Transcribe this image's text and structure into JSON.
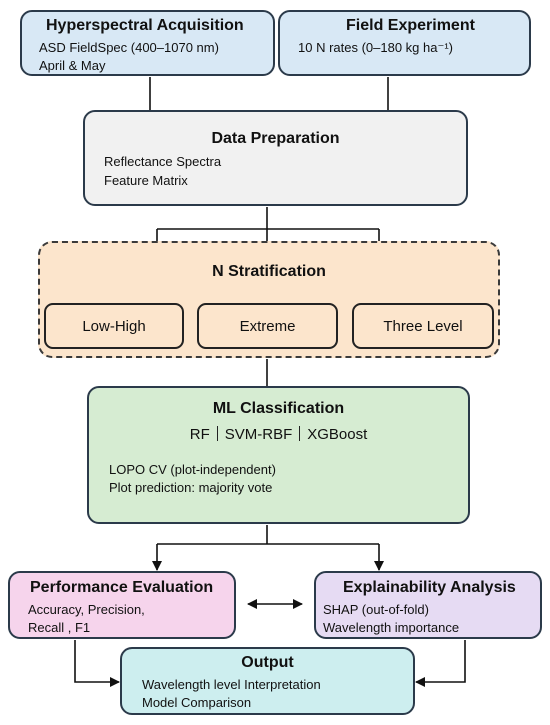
{
  "hyperspectral": {
    "title": "Hyperspectral Acquisition",
    "line1": "ASD FieldSpec (400–1070 nm)",
    "line2": "April & May"
  },
  "field": {
    "title": "Field Experiment",
    "line1": "10 N rates (0–180 kg ha⁻¹)"
  },
  "prep": {
    "title": "Data Preparation",
    "line1": "Reflectance Spectra",
    "line2": "Feature Matrix"
  },
  "stratification": {
    "title": "N Stratification",
    "options": [
      "Low-High",
      "Extreme",
      "Three Level"
    ]
  },
  "ml": {
    "title": "ML Classification",
    "models": [
      "RF",
      "SVM-RBF",
      "XGBoost"
    ],
    "line1": "LOPO CV (plot-independent)",
    "line2": "Plot prediction: majority vote"
  },
  "performance": {
    "title": "Performance Evaluation",
    "line1": "Accuracy, Precision,",
    "line2": "Recall , F1"
  },
  "explainability": {
    "title": "Explainability Analysis",
    "line1": "SHAP (out-of-fold)",
    "line2": "Wavelength importance"
  },
  "output": {
    "title": "Output",
    "line1": "Wavelength level Interpretation",
    "line2": "Model Comparison"
  },
  "colors": {
    "acquisition": "#d8e8f5",
    "preparation": "#f1f1f1",
    "stratification": "#fce5cc",
    "classification": "#d6ecd2",
    "performance": "#f6d4ec",
    "explainability": "#e6dbf3",
    "output": "#cdeeef",
    "border": "#2b3a4a"
  }
}
